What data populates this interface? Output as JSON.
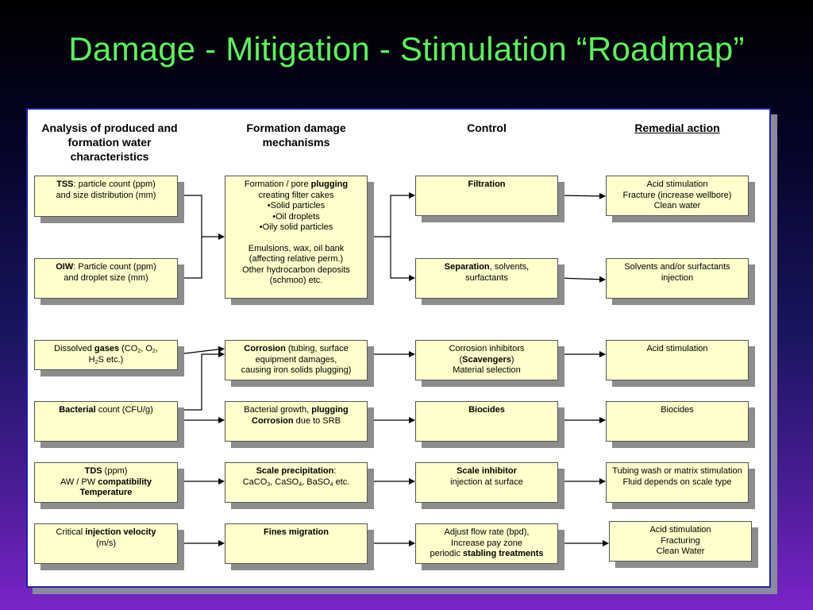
{
  "title": "Damage - Mitigation - Stimulation “Roadmap”",
  "headers": {
    "analysis": "Analysis of produced and formation water characteristics",
    "mechanisms": "Formation damage mechanisms",
    "control": "Control",
    "remedial": "Remedial action"
  },
  "analysis": {
    "tss_b": "TSS",
    "tss_1": ": particle count (ppm)",
    "tss_2": "and size distribution (mm)",
    "oiw_b": "OIW",
    "oiw_1": ": Particle count (ppm)",
    "oiw_2": "and droplet size (mm)",
    "gas_1": "Dissolved ",
    "gas_b": "gases",
    "gas_2": " (CO",
    "gas_3": "2",
    "gas_4": ", O",
    "gas_5": "2",
    "gas_6": ",",
    "gas_7": "H",
    "gas_8": "2",
    "gas_9": "S etc.)",
    "bac_b": "Bacterial",
    "bac_1": " count (CFU/g)",
    "tds_b": "TDS",
    "tds_1": " (ppm)",
    "tds_2": "AW / PW ",
    "tds_b2": "compatibility",
    "tds_b3": "Temperature",
    "inj_1": "Critical ",
    "inj_b": "injection velocity",
    "inj_2": "(m/s)"
  },
  "mechanisms": {
    "plug_1": "Formation / pore ",
    "plug_b": "plugging",
    "plug_2": "creating filter cakes",
    "plug_3": "•Solid particles",
    "plug_4": "•Oil droplets",
    "plug_5": "•Oily solid particles",
    "plug_6": "Emulsions, wax, oil bank",
    "plug_7": "(affecting relative perm.)",
    "plug_8": "Other hydrocarbon deposits",
    "plug_9": "(schmoo) etc.",
    "cor_b": "Corrosion",
    "cor_1": " (tubing, surface",
    "cor_2": "equipment damages,",
    "cor_3": "causing  iron solids plugging)",
    "bg_1": "Bacterial growth, ",
    "bg_b": "plugging",
    "bg_b2": "Corrosion",
    "bg_2": " due to SRB",
    "sp_b": "Scale precipitation",
    "sp_1": ":",
    "sp_2": "CaCO",
    "sp_3": "3",
    "sp_4": ", CaSO",
    "sp_5": "4",
    "sp_6": ", BaSO",
    "sp_7": "4",
    "sp_8": " etc.",
    "fm_b": "Fines migration"
  },
  "control": {
    "filt_b": "Filtration",
    "sep_b": "Separation",
    "sep_1": ", solvents,",
    "sep_2": "surfactants",
    "ci_1": "Corrosion inhibitors",
    "ci_2": "(",
    "ci_b": "Scavengers",
    "ci_3": ")",
    "ci_4": "Material selection",
    "bio_b": "Biocides",
    "si_b": "Scale inhibitor",
    "si_1": "injection at surface",
    "af_1": "Adjust flow rate (bpd),",
    "af_2": "Increase pay zone",
    "af_3": "periodic ",
    "af_b": "stabling treatments"
  },
  "remedial": {
    "r1_1": "Acid stimulation",
    "r1_2": "Fracture (increase wellbore)",
    "r1_3": "Clean water",
    "r2_1": "Solvents and/or surfactants",
    "r2_2": "injection",
    "r3_1": "Acid stimulation",
    "r4_1": "Biocides",
    "r5_1": "Tubing wash or matrix stimulation",
    "r5_2": "Fluid depends on scale type",
    "r6_1": "Acid stimulation",
    "r6_2": "Fracturing",
    "r6_3": "Clean Water"
  },
  "colors": {
    "title": "#5cf25c",
    "box_fill": "#ffffcc",
    "panel_border": "#2020b0"
  }
}
